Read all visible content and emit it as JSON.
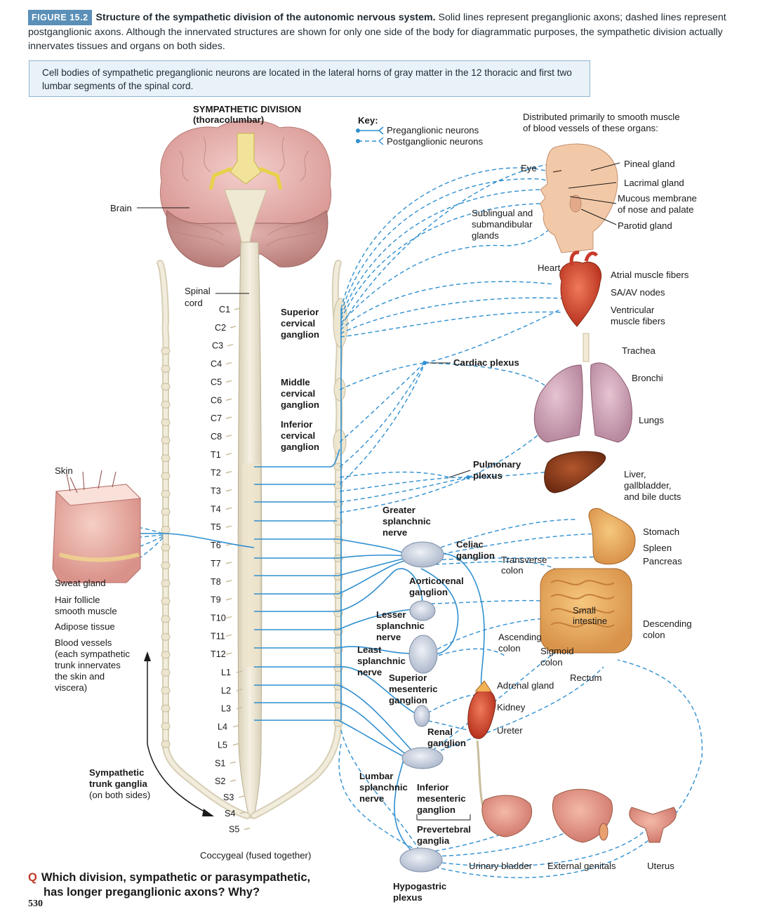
{
  "caption": {
    "tag": "FIGURE 15.2",
    "title": "Structure of the sympathetic division of the autonomic nervous system.",
    "body": "Solid lines represent preganglionic axons; dashed lines represent postganglionic axons. Although the innervated structures are shown for only one side of the body for diagrammatic purposes, the sympathetic division actually innervates tissues and organs on both sides."
  },
  "note": "Cell bodies of sympathetic preganglionic neurons are located in the lateral horns of gray matter in the 12 thoracic and first two lumbar segments of the spinal cord.",
  "division": {
    "line1": "SYMPATHETIC DIVISION",
    "line2": "(thoracolumbar)"
  },
  "key": {
    "title": "Key:",
    "pre": "Preganglionic neurons",
    "post": "Postganglionic neurons"
  },
  "distributed": {
    "line1": "Distributed primarily to smooth muscle",
    "line2": "of blood vessels of these organs:"
  },
  "labels": {
    "brain": "Brain",
    "spinal_cord": [
      "Spinal",
      "cord"
    ],
    "skin": "Skin",
    "sweat_gland": "Sweat gland",
    "hair_follicle": [
      "Hair follicle",
      "smooth muscle"
    ],
    "adipose": "Adipose tissue",
    "blood_vessels": [
      "Blood vessels",
      "(each sympathetic",
      "trunk innervates",
      "the skin and",
      "viscera)"
    ],
    "trunk_ganglia": [
      "Sympathetic",
      "trunk ganglia",
      "(on both sides)"
    ],
    "coccygeal": "Coccygeal (fused together)",
    "superior_cervical": [
      "Superior",
      "cervical",
      "ganglion"
    ],
    "middle_cervical": [
      "Middle",
      "cervical",
      "ganglion"
    ],
    "inferior_cervical": [
      "Inferior",
      "cervical",
      "ganglion"
    ],
    "cardiac_plexus": "Cardiac plexus",
    "pulmonary_plexus": [
      "Pulmonary",
      "plexus"
    ],
    "greater_splanchnic": [
      "Greater",
      "splanchnic",
      "nerve"
    ],
    "celiac": [
      "Celiac",
      "ganglion"
    ],
    "aorticorenal": [
      "Aorticorenal",
      "ganglion"
    ],
    "lesser_splanchnic": [
      "Lesser",
      "splanchnic",
      "nerve"
    ],
    "least_splanchnic": [
      "Least",
      "splanchnic",
      "nerve"
    ],
    "superior_mesenteric": [
      "Superior",
      "mesenteric",
      "ganglion"
    ],
    "renal": [
      "Renal",
      "ganglion"
    ],
    "lumbar_splanchnic": [
      "Lumbar",
      "splanchnic",
      "nerve"
    ],
    "inferior_mesenteric": [
      "Inferior",
      "mesenteric",
      "ganglion"
    ],
    "prevertebral": [
      "Prevertebral",
      "ganglia"
    ],
    "hypogastric": [
      "Hypogastric",
      "plexus"
    ],
    "eye": "Eye",
    "sublingual": [
      "Sublingual and",
      "submandibular",
      "glands"
    ],
    "pineal": "Pineal gland",
    "lacrimal": "Lacrimal gland",
    "mucous": [
      "Mucous membrane",
      "of nose and palate"
    ],
    "parotid": "Parotid gland",
    "heart": "Heart",
    "atrial": "Atrial muscle fibers",
    "saav": "SA/AV nodes",
    "ventricular": [
      "Ventricular",
      "muscle fibers"
    ],
    "trachea": "Trachea",
    "bronchi": "Bronchi",
    "lungs": "Lungs",
    "liver": [
      "Liver,",
      "gallbladder,",
      "and bile ducts"
    ],
    "stomach": "Stomach",
    "spleen": "Spleen",
    "pancreas": "Pancreas",
    "transverse": [
      "Transverse",
      "colon"
    ],
    "small_intestine": [
      "Small",
      "intestine"
    ],
    "descending": [
      "Descending",
      "colon"
    ],
    "ascending": [
      "Ascending",
      "colon"
    ],
    "sigmoid": [
      "Sigmoid",
      "colon"
    ],
    "rectum": "Rectum",
    "adrenal": "Adrenal gland",
    "kidney": "Kidney",
    "ureter": "Ureter",
    "bladder": "Urinary bladder",
    "genitals": "External genitals",
    "uterus": "Uterus"
  },
  "segments": [
    "C1",
    "C2",
    "C3",
    "C4",
    "C5",
    "C6",
    "C7",
    "C8",
    "T1",
    "T2",
    "T3",
    "T4",
    "T5",
    "T6",
    "T7",
    "T8",
    "T9",
    "T10",
    "T11",
    "T12",
    "L1",
    "L2",
    "L3",
    "L4",
    "L5",
    "S1",
    "S2",
    "S3",
    "S4",
    "S5"
  ],
  "question": {
    "marker": "Q",
    "line1": "Which division, sympathetic or parasympathetic,",
    "line2": "has longer preganglionic axons? Why?"
  },
  "page_number": "530",
  "colors": {
    "nerve": "#2f8fd0",
    "caption_tag": "#5a8fb8",
    "note_bg": "#e9f2f8",
    "chain": "#e7e0cc",
    "brain": "#e9b7b5"
  }
}
